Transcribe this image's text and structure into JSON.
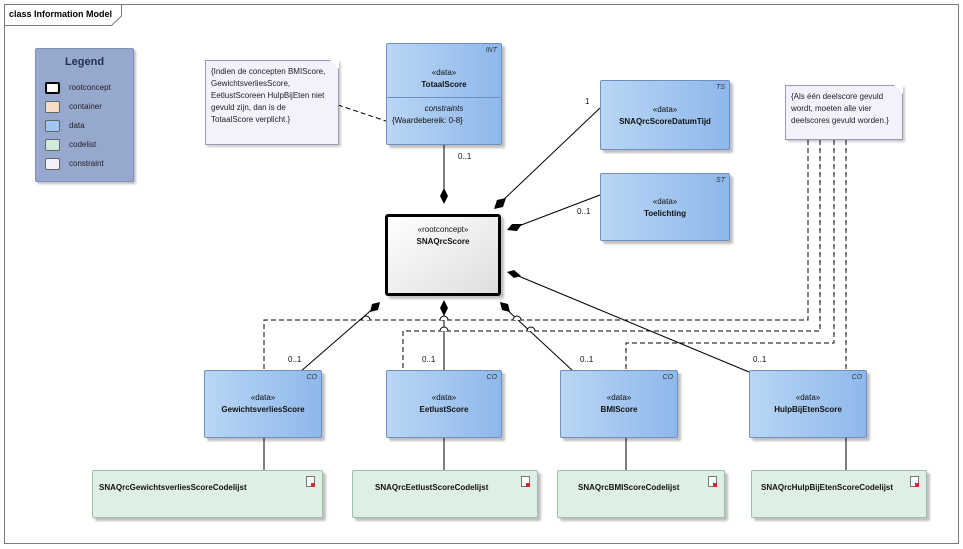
{
  "frame": {
    "title": "class Information Model"
  },
  "legend": {
    "title": "Legend",
    "items": [
      {
        "label": "rootconcept",
        "color": "#ffffff"
      },
      {
        "label": "container",
        "color": "#f8ddc6"
      },
      {
        "label": "data",
        "color": "#9ec8f1"
      },
      {
        "label": "codelist",
        "color": "#cfead8"
      },
      {
        "label": "constraint",
        "color": "#f0f0fb"
      }
    ]
  },
  "nodes": {
    "totaal": {
      "tag": "INT",
      "stereotype": "«data»",
      "name": "TotaalScore",
      "constraints_title": "constraints",
      "constraint": "{Waardebereik: 0-8}"
    },
    "datum": {
      "tag": "TS",
      "stereotype": "«data»",
      "name": "SNAQrcScoreDatumTijd"
    },
    "toel": {
      "tag": "ST",
      "stereotype": "«data»",
      "name": "Toelichting"
    },
    "root": {
      "stereotype": "«rootconcept»",
      "name": "SNAQrcScore"
    },
    "gew": {
      "tag": "CO",
      "stereotype": "«data»",
      "name": "GewichtsverliesScore"
    },
    "eet": {
      "tag": "CO",
      "stereotype": "«data»",
      "name": "EetlustScore"
    },
    "bmi": {
      "tag": "CO",
      "stereotype": "«data»",
      "name": "BMIScore"
    },
    "hulp": {
      "tag": "CO",
      "stereotype": "«data»",
      "name": "HulpBijEtenScore"
    }
  },
  "codelists": {
    "gew": "SNAQrcGewichtsverliesScoreCodelijst",
    "eet": "SNAQrcEetlustScoreCodelijst",
    "bmi": "SNAQrcBMIScoreCodelijst",
    "hulp": "SNAQrcHulpBijEtenScoreCodelijst"
  },
  "notes": {
    "left": "{Indien de concepten BMIScore, GewichtsverliesScore, EetlustScoreen HulpBijEten niet gevuld zijn, dan is de TotaalScore verplicht.}",
    "right": "{Als één deelscore gevuld wordt, moeten alle vier deelscores gevuld worden.}"
  },
  "multiplicities": {
    "totaal": "0..1",
    "datum": "1",
    "toel": "0..1",
    "gew": "0..1",
    "eet": "0..1",
    "bmi": "0..1",
    "hulp": "0..1"
  }
}
